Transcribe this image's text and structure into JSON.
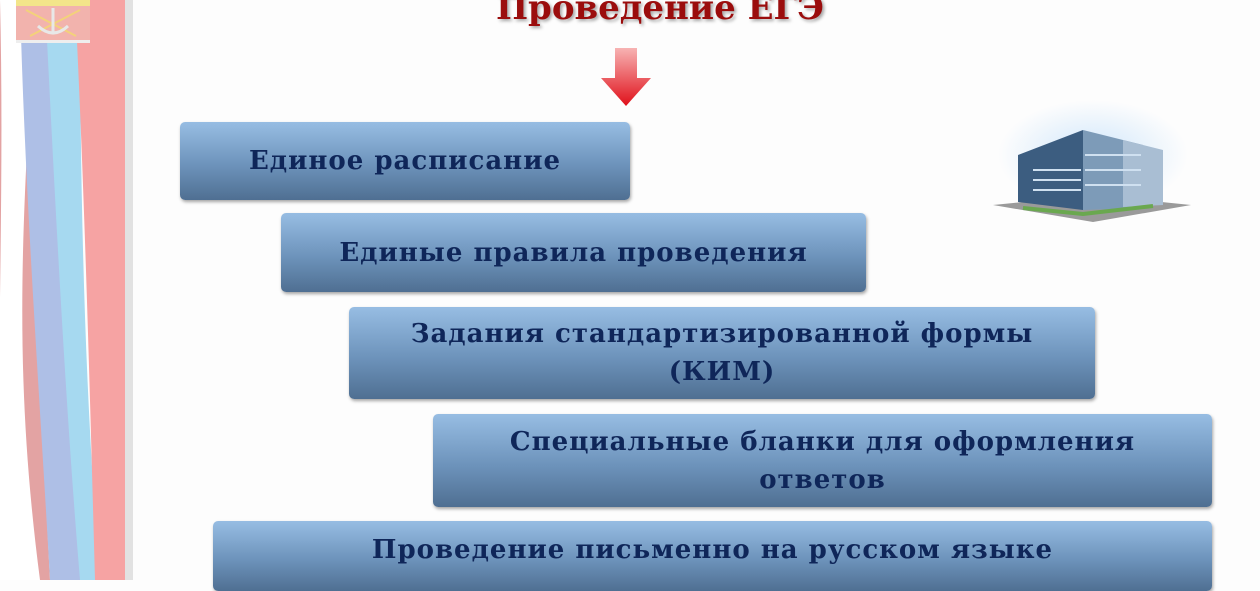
{
  "title": "Проведение ЕГЭ",
  "items": [
    "Единое расписание",
    "Единые правила проведения",
    "Задания стандартизированной формы (КИМ)",
    "Специальные бланки для оформления ответов",
    "Проведение письменно на русском языке"
  ],
  "colors": {
    "title": "#9b0d0d",
    "box_text": "#0f2659",
    "box_top": "#97bde3",
    "box_bottom": "#4f6f92"
  }
}
